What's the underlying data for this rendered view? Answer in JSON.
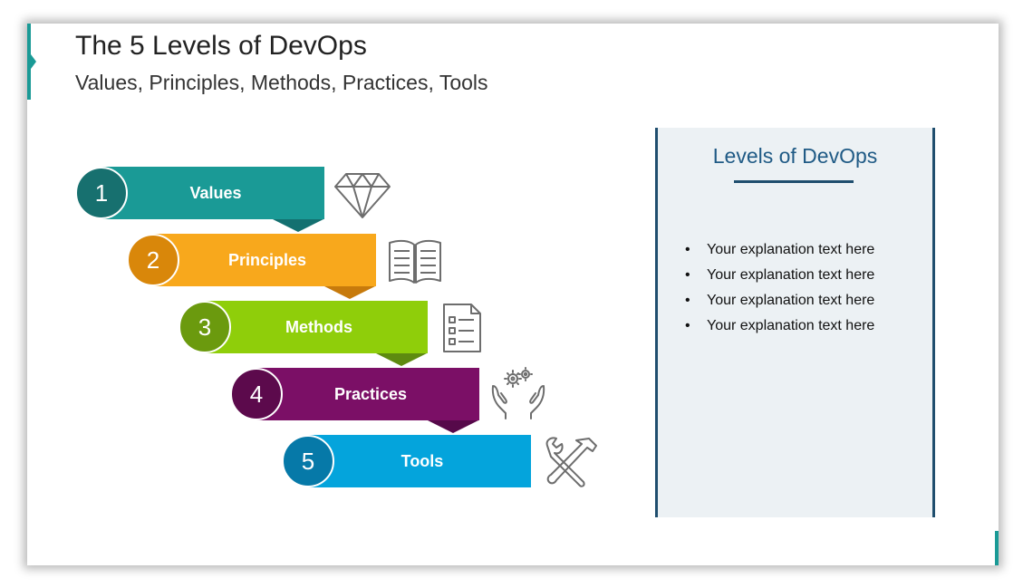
{
  "title": "The 5 Levels of DevOps",
  "subtitle": "Values, Principles, Methods, Practices, Tools",
  "levels": [
    {
      "number": "1",
      "label": "Values",
      "icon": "diamond-icon",
      "color": "#1a9a96",
      "circle": "#17706f",
      "fold": "#137070"
    },
    {
      "number": "2",
      "label": "Principles",
      "icon": "open-book-icon",
      "color": "#f8a81c",
      "circle": "#d9870a",
      "fold": "#c77a0c"
    },
    {
      "number": "3",
      "label": "Methods",
      "icon": "checklist-document-icon",
      "color": "#8fce0a",
      "circle": "#6b9a0e",
      "fold": "#5e8a10"
    },
    {
      "number": "4",
      "label": "Practices",
      "icon": "hands-gears-icon",
      "color": "#7b0f66",
      "circle": "#5c0a4c",
      "fold": "#56094a"
    },
    {
      "number": "5",
      "label": "Tools",
      "icon": "wrench-hammer-icon",
      "color": "#04a4dc",
      "circle": "#0679a8",
      "fold": "#056e9a"
    }
  ],
  "panel": {
    "title": "Levels of DevOps",
    "bullets": [
      "Your explanation text here",
      "Your explanation text here",
      "Your explanation text here",
      "Your explanation text here"
    ]
  }
}
